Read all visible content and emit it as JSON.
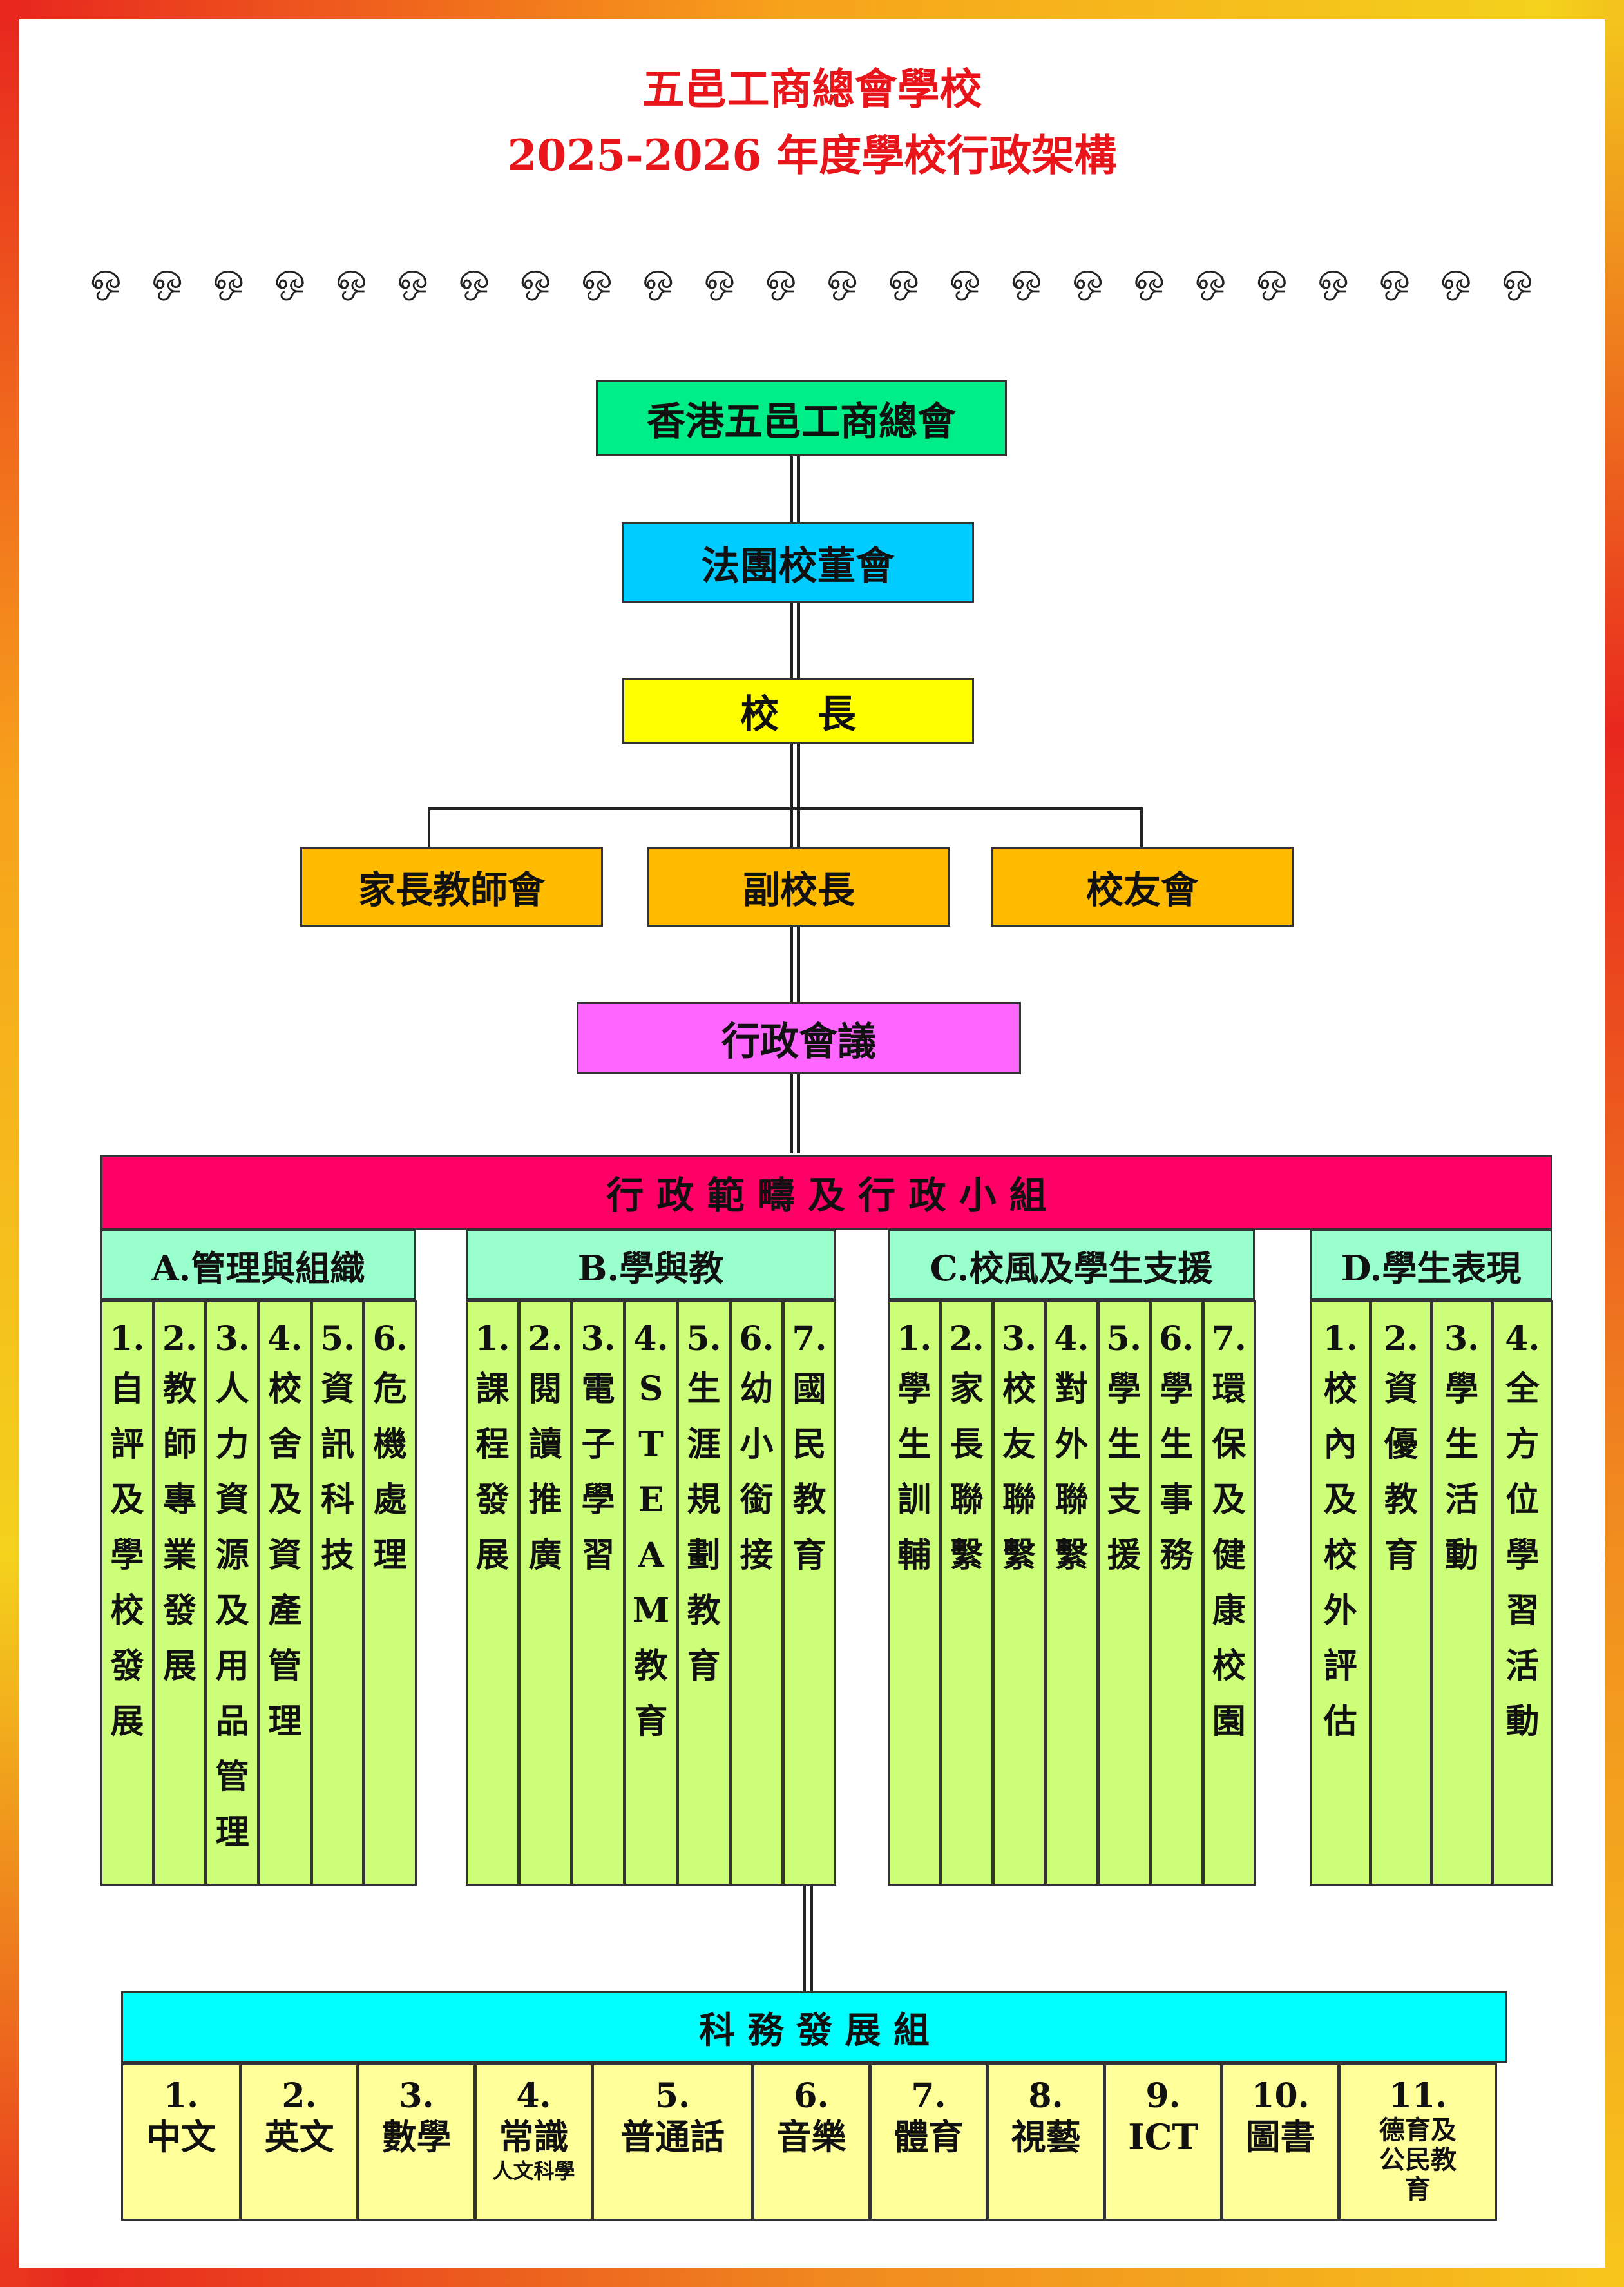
{
  "header": {
    "school_name": "五邑工商總會學校",
    "chart_title": "2025-2026 年度學校行政架構"
  },
  "decoration": {
    "glyph": "ஒ",
    "count": 24
  },
  "org": {
    "top": "香港五邑工商總會",
    "board": "法團校董會",
    "principal": "校　長",
    "left": "家長教師會",
    "vice": "副校長",
    "right": "校友會",
    "admin_meeting": "行政會議",
    "admin_scope": "行 政 範 疇 及 行 政 小 組"
  },
  "groups": [
    {
      "title": "A.管理與組織",
      "items": [
        {
          "num": "1.",
          "text": "自評及學校發展"
        },
        {
          "num": "2.",
          "text": "教師專業發展"
        },
        {
          "num": "3.",
          "text": "人力資源及用品管理"
        },
        {
          "num": "4.",
          "text": "校舍及資產管理"
        },
        {
          "num": "5.",
          "text": "資訊科技"
        },
        {
          "num": "6.",
          "text": "危機處理"
        }
      ]
    },
    {
      "title": "B.學與教",
      "items": [
        {
          "num": "1.",
          "text": "課程發展"
        },
        {
          "num": "2.",
          "text": "閱讀推廣"
        },
        {
          "num": "3.",
          "text": "電子學習"
        },
        {
          "num": "4.",
          "text": "STEAM教育"
        },
        {
          "num": "5.",
          "text": "生涯規劃教育"
        },
        {
          "num": "6.",
          "text": "幼小銜接"
        },
        {
          "num": "7.",
          "text": "國民教育"
        }
      ]
    },
    {
      "title": "C.校風及學生支援",
      "items": [
        {
          "num": "1.",
          "text": "學生訓輔"
        },
        {
          "num": "2.",
          "text": "家長聯繫"
        },
        {
          "num": "3.",
          "text": "校友聯繫"
        },
        {
          "num": "4.",
          "text": "對外聯繫"
        },
        {
          "num": "5.",
          "text": "學生支援"
        },
        {
          "num": "6.",
          "text": "學生事務"
        },
        {
          "num": "7.",
          "text": "環保及健康校園"
        }
      ]
    },
    {
      "title": "D.學生表現",
      "items": [
        {
          "num": "1.",
          "text": "校內及校外評估"
        },
        {
          "num": "2.",
          "text": "資優教育"
        },
        {
          "num": "3.",
          "text": "學生活動"
        },
        {
          "num": "4.",
          "text": "全方位學習活動"
        }
      ]
    }
  ],
  "subjects": {
    "title": "科 務 發 展 組",
    "items": [
      {
        "num": "1.",
        "text": "中文"
      },
      {
        "num": "2.",
        "text": "英文"
      },
      {
        "num": "3.",
        "text": "數學"
      },
      {
        "num": "4.",
        "text": "常識",
        "sub": "人文科學"
      },
      {
        "num": "5.",
        "text": "普通話"
      },
      {
        "num": "6.",
        "text": "音樂"
      },
      {
        "num": "7.",
        "text": "體育"
      },
      {
        "num": "8.",
        "text": "視藝"
      },
      {
        "num": "9.",
        "text": "ICT"
      },
      {
        "num": "10.",
        "text": "圖書"
      },
      {
        "num": "11.",
        "text": "德育及公民教育"
      }
    ]
  },
  "colors": {
    "title": "#e8151b",
    "top": "#00ee88",
    "board": "#00ccff",
    "principal": "#ffff00",
    "side": "#ffbb00",
    "meeting": "#ff66ff",
    "scope": "#ff0066",
    "group_head": "#99ffcc",
    "group_col": "#ccff77",
    "subject_head": "#00ffff",
    "subject_cell": "#ffff99"
  }
}
